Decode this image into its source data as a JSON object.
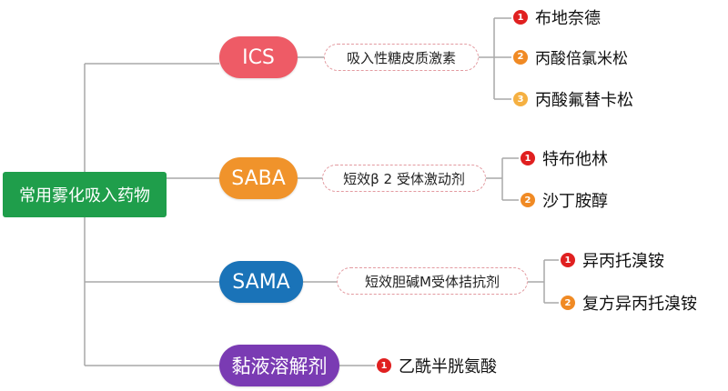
{
  "root": {
    "label": "常用雾化吸入药物"
  },
  "categories": [
    {
      "label": "ICS",
      "subtype": "吸入性糖皮质激素",
      "drugs": [
        {
          "num": "1",
          "name": "布地奈德"
        },
        {
          "num": "2",
          "name": "丙酸倍氯米松"
        },
        {
          "num": "3",
          "name": "丙酸氟替卡松"
        }
      ]
    },
    {
      "label": "SABA",
      "subtype": "短效β 2 受体激动剂",
      "drugs": [
        {
          "num": "1",
          "name": "特布他林"
        },
        {
          "num": "2",
          "name": "沙丁胺醇"
        }
      ]
    },
    {
      "label": "SAMA",
      "subtype": "短效胆碱M受体拮抗剂",
      "drugs": [
        {
          "num": "1",
          "name": "异丙托溴铵"
        },
        {
          "num": "2",
          "name": "复方异丙托溴铵"
        }
      ]
    },
    {
      "label": "黏液溶解剂",
      "drugs": [
        {
          "num": "1",
          "name": "乙酰半胱氨酸"
        }
      ]
    }
  ],
  "colors": {
    "root": "#1f9e4b",
    "ics": "#ee5b66",
    "saba": "#f0932b",
    "sama": "#1a73b8",
    "mucolytic": "#7a3bb3",
    "badge_1": "#e02020",
    "badge_2": "#f08a24",
    "badge_3": "#f5b041"
  }
}
